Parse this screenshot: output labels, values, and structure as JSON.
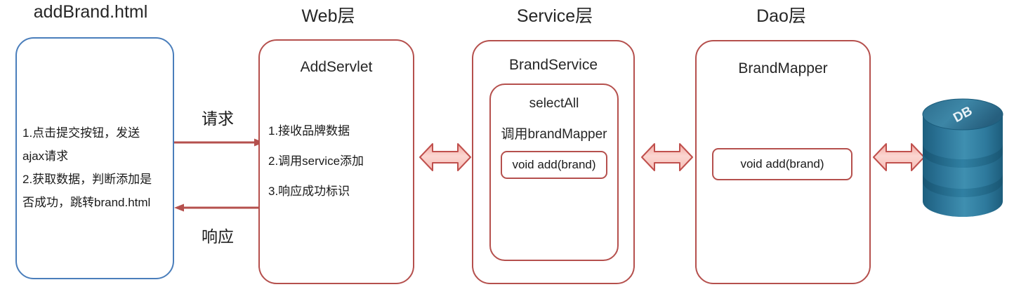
{
  "diagram": {
    "title_row": [
      {
        "label": "addBrand.html",
        "name": "column-title-addbrand"
      },
      {
        "label": "Web层",
        "name": "column-title-web"
      },
      {
        "label": "Service层",
        "name": "column-title-service"
      },
      {
        "label": "Dao层",
        "name": "column-title-dao"
      }
    ],
    "colors": {
      "blue_border": "#4a7ebb",
      "red_border": "#b5504d",
      "arrow_fill": "#f7c3bd",
      "arrow_stroke": "#c0504d",
      "db_blue": "#2e6f93",
      "text": "#1a1a1a"
    },
    "page_box": {
      "lines": [
        "1.点击提交按钮，发送",
        "ajax请求",
        "2.获取数据，判断添加是",
        "否成功，跳转brand.html"
      ]
    },
    "web_box": {
      "heading": "AddServlet",
      "lines": [
        "1.接收品牌数据",
        "2.调用service添加",
        "3.响应成功标识"
      ]
    },
    "service_box": {
      "heading": "BrandService",
      "inner": {
        "heading": "selectAll",
        "subtitle": "调用brandMapper",
        "method": "void add(brand)"
      }
    },
    "dao_box": {
      "heading": "BrandMapper",
      "method": "void add(brand)"
    },
    "database": {
      "label": "DB"
    },
    "flows": {
      "request_label": "请求",
      "response_label": "响应"
    },
    "connectors": [
      {
        "name": "bidirectional-arrow-web-service",
        "direction": "both"
      },
      {
        "name": "bidirectional-arrow-service-dao",
        "direction": "both"
      },
      {
        "name": "bidirectional-arrow-dao-db",
        "direction": "both"
      }
    ]
  }
}
